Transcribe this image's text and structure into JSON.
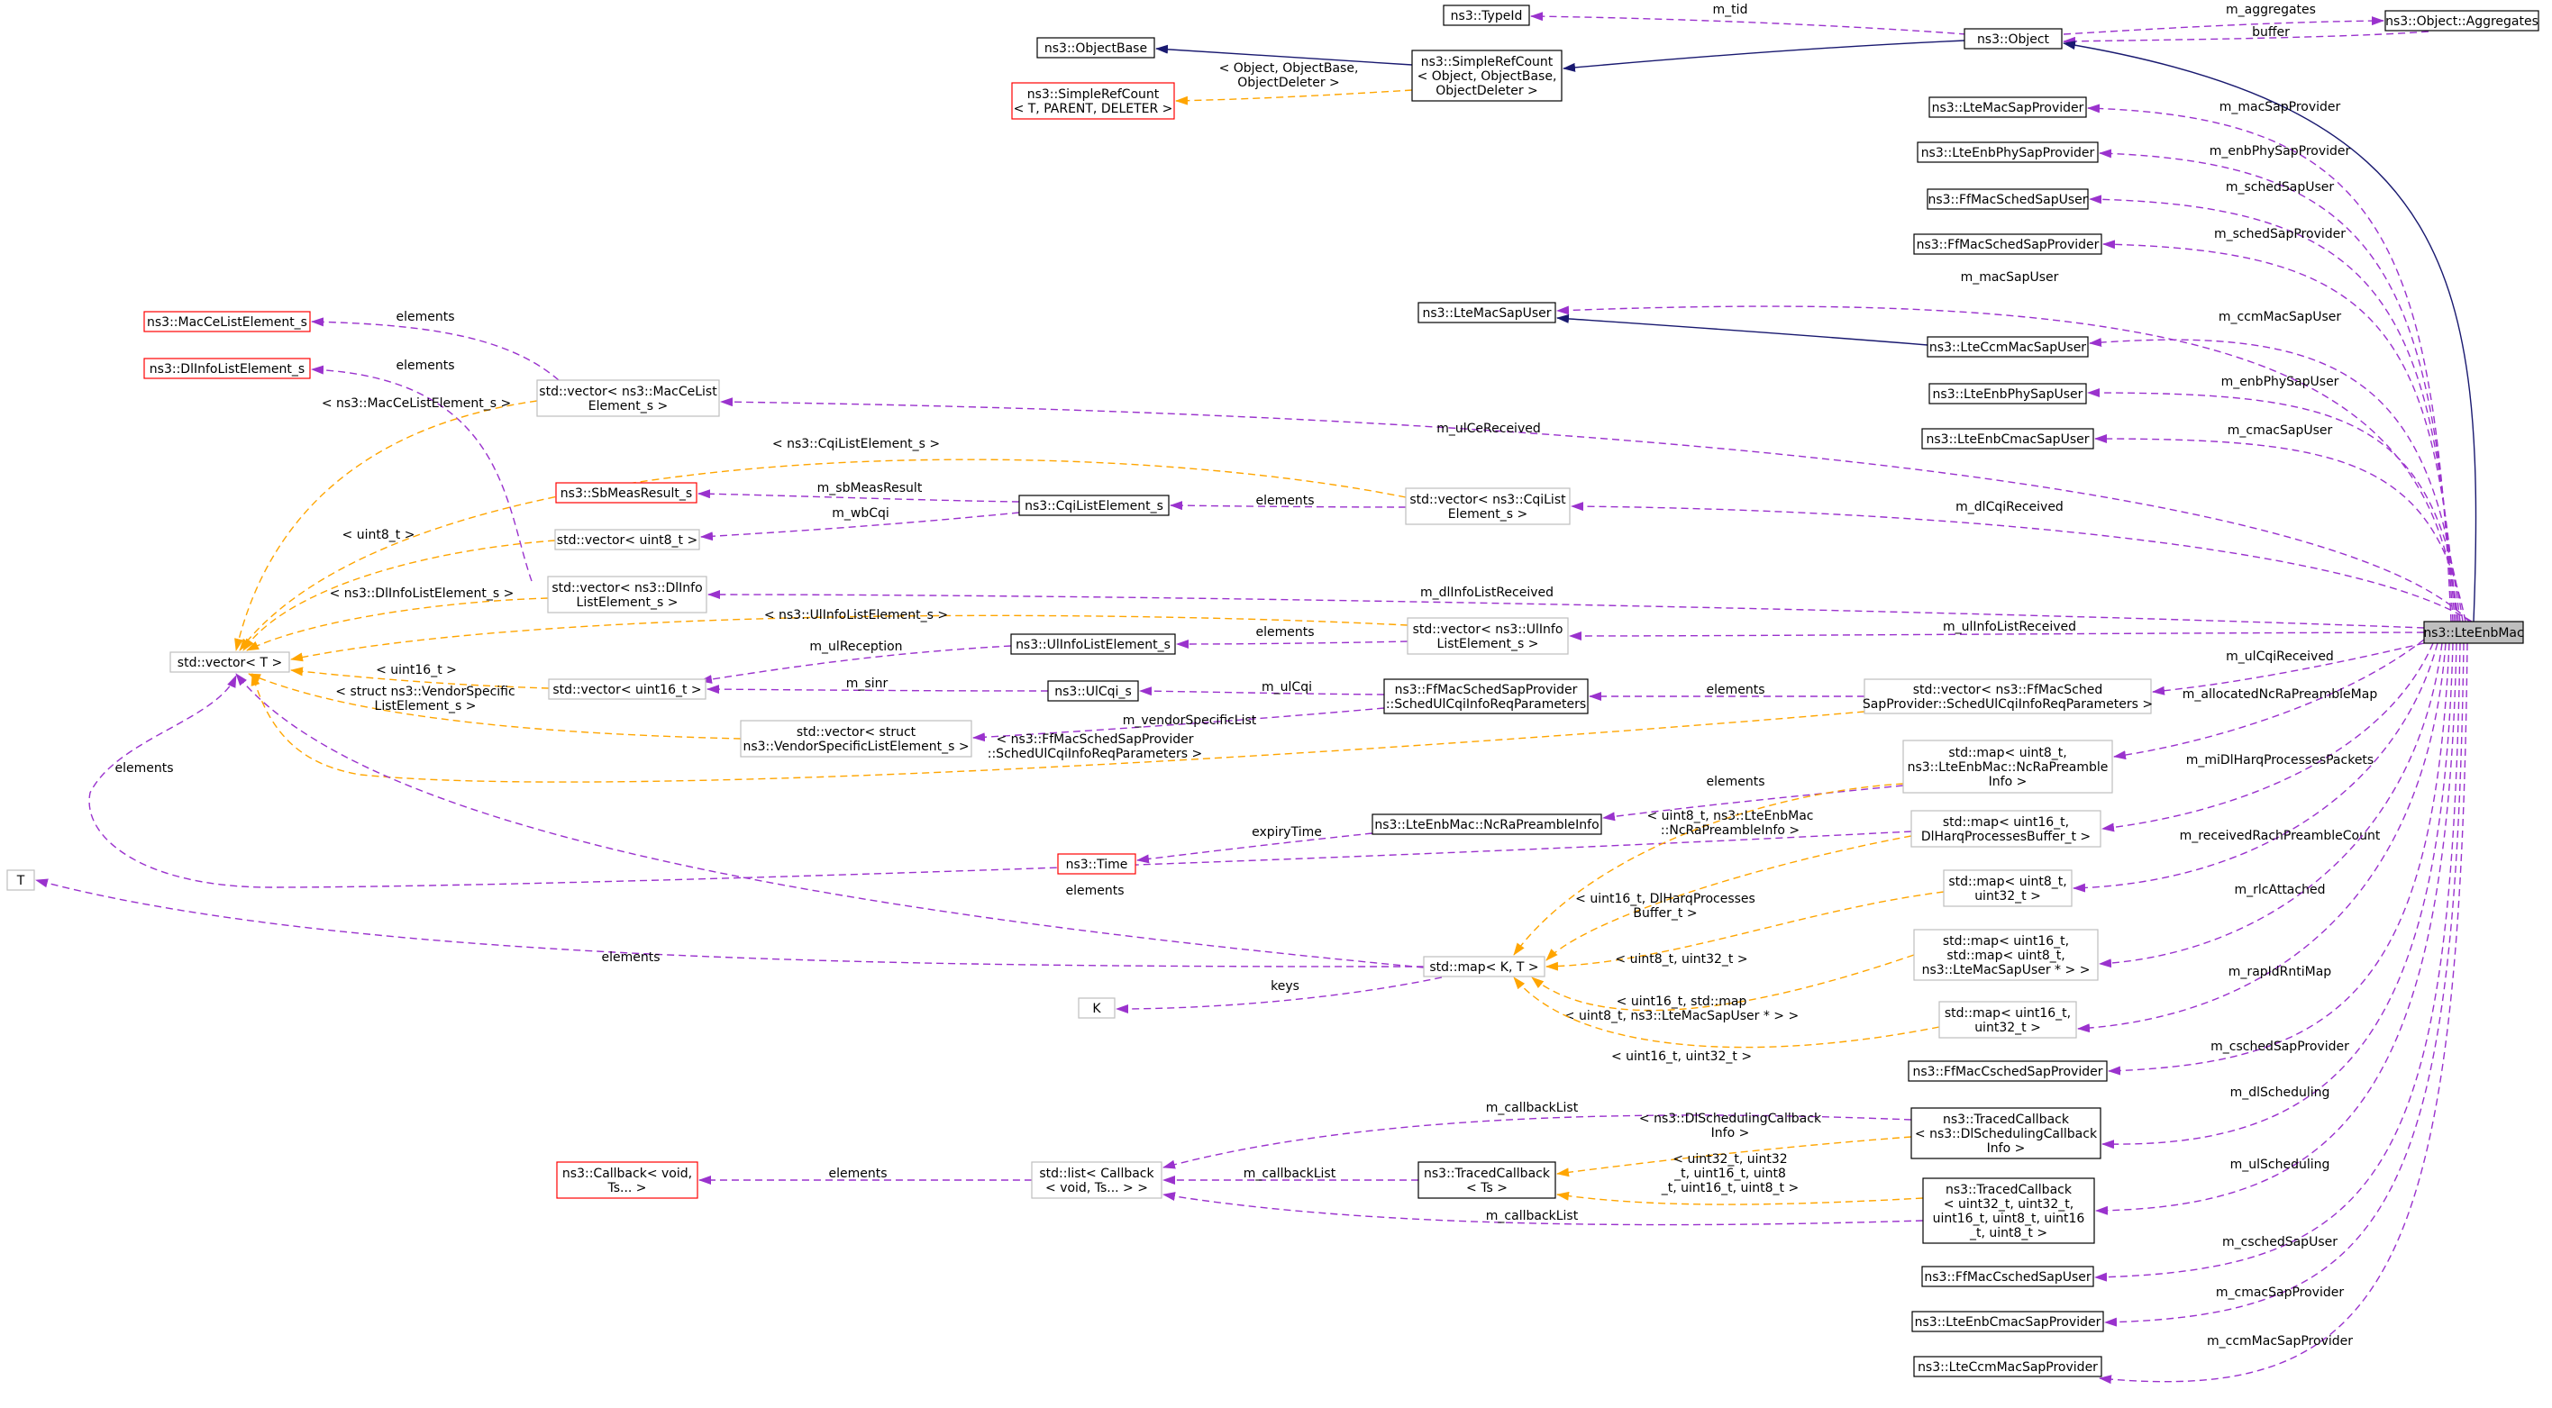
{
  "colors": {
    "member": "#9a32cd",
    "template": "#ffa500",
    "inherit": "#191970",
    "node_border": "#000000",
    "node_border_undoc": "#bfbfbf",
    "node_border_missing": "#ff0000",
    "node_fill": "#ffffff",
    "focus_fill": "#bfbfbf"
  },
  "nodes": [
    {
      "id": "LteEnbMac",
      "lines": [
        "ns3::LteEnbMac"
      ],
      "style": "focus"
    },
    {
      "id": "Object",
      "lines": [
        "ns3::Object"
      ],
      "style": "normal"
    },
    {
      "id": "Aggregates",
      "lines": [
        "ns3::Object::Aggregates"
      ],
      "style": "normal"
    },
    {
      "id": "TypeId",
      "lines": [
        "ns3::TypeId"
      ],
      "style": "normal"
    },
    {
      "id": "ObjectBase",
      "lines": [
        "ns3::ObjectBase"
      ],
      "style": "normal"
    },
    {
      "id": "SimpleRefCountObj",
      "lines": [
        "ns3::SimpleRefCount",
        "< Object, ObjectBase,",
        "ObjectDeleter >"
      ],
      "style": "normal"
    },
    {
      "id": "SimpleRefCountT",
      "lines": [
        "ns3::SimpleRefCount",
        "< T, PARENT, DELETER >"
      ],
      "style": "missing"
    },
    {
      "id": "LteMacSapProvider",
      "lines": [
        "ns3::LteMacSapProvider"
      ],
      "style": "normal"
    },
    {
      "id": "LteEnbPhySapProvider",
      "lines": [
        "ns3::LteEnbPhySapProvider"
      ],
      "style": "normal"
    },
    {
      "id": "FfMacSchedSapUser",
      "lines": [
        "ns3::FfMacSchedSapUser"
      ],
      "style": "normal"
    },
    {
      "id": "FfMacSchedSapProvider",
      "lines": [
        "ns3::FfMacSchedSapProvider"
      ],
      "style": "normal"
    },
    {
      "id": "LteMacSapUser",
      "lines": [
        "ns3::LteMacSapUser"
      ],
      "style": "normal"
    },
    {
      "id": "LteCcmMacSapUser",
      "lines": [
        "ns3::LteCcmMacSapUser"
      ],
      "style": "normal"
    },
    {
      "id": "LteEnbPhySapUser",
      "lines": [
        "ns3::LteEnbPhySapUser"
      ],
      "style": "normal"
    },
    {
      "id": "LteEnbCmacSapUser",
      "lines": [
        "ns3::LteEnbCmacSapUser"
      ],
      "style": "normal"
    },
    {
      "id": "MacCeListElement",
      "lines": [
        "ns3::MacCeListElement_s"
      ],
      "style": "missing"
    },
    {
      "id": "DlInfoListElement",
      "lines": [
        "ns3::DlInfoListElement_s"
      ],
      "style": "missing"
    },
    {
      "id": "VecMacCe",
      "lines": [
        "std::vector< ns3::MacCeList",
        "Element_s >"
      ],
      "style": "undoc"
    },
    {
      "id": "SbMeasResult",
      "lines": [
        "ns3::SbMeasResult_s"
      ],
      "style": "missing"
    },
    {
      "id": "CqiListElement",
      "lines": [
        "ns3::CqiListElement_s"
      ],
      "style": "normal"
    },
    {
      "id": "VecCqi",
      "lines": [
        "std::vector< ns3::CqiList",
        "Element_s >"
      ],
      "style": "undoc"
    },
    {
      "id": "VecUint8",
      "lines": [
        "std::vector< uint8_t >"
      ],
      "style": "undoc"
    },
    {
      "id": "VecDlInfo",
      "lines": [
        "std::vector< ns3::DlInfo",
        "ListElement_s >"
      ],
      "style": "undoc"
    },
    {
      "id": "VecT",
      "lines": [
        "std::vector< T >"
      ],
      "style": "undoc"
    },
    {
      "id": "VecUlInfo",
      "lines": [
        "std::vector< ns3::UlInfo",
        "ListElement_s >"
      ],
      "style": "undoc"
    },
    {
      "id": "UlInfoListElement",
      "lines": [
        "ns3::UlInfoListElement_s"
      ],
      "style": "normal"
    },
    {
      "id": "VecUint16",
      "lines": [
        "std::vector< uint16_t >"
      ],
      "style": "undoc"
    },
    {
      "id": "UlCqi",
      "lines": [
        "ns3::UlCqi_s"
      ],
      "style": "normal"
    },
    {
      "id": "SchedUlCqiInfo",
      "lines": [
        "ns3::FfMacSchedSapProvider",
        "::SchedUlCqiInfoReqParameters"
      ],
      "style": "normal"
    },
    {
      "id": "VecSchedUlCqi",
      "lines": [
        "std::vector< ns3::FfMacSched",
        "SapProvider::SchedUlCqiInfoReqParameters >"
      ],
      "style": "undoc"
    },
    {
      "id": "VecVendor",
      "lines": [
        "std::vector< struct",
        "ns3::VendorSpecificListElement_s >"
      ],
      "style": "undoc"
    },
    {
      "id": "MapNcRa",
      "lines": [
        "std::map< uint8_t,",
        "ns3::LteEnbMac::NcRaPreamble",
        "Info >"
      ],
      "style": "undoc"
    },
    {
      "id": "NcRaPreambleInfo",
      "lines": [
        "ns3::LteEnbMac::NcRaPreambleInfo"
      ],
      "style": "normal"
    },
    {
      "id": "MapDlHarq",
      "lines": [
        "std::map< uint16_t,",
        "DlHarqProcessesBuffer_t >"
      ],
      "style": "undoc"
    },
    {
      "id": "Time",
      "lines": [
        "ns3::Time"
      ],
      "style": "missing"
    },
    {
      "id": "Tnode",
      "lines": [
        "T"
      ],
      "style": "undoc"
    },
    {
      "id": "MapU8U32",
      "lines": [
        "std::map< uint8_t,",
        "uint32_t >"
      ],
      "style": "undoc"
    },
    {
      "id": "MapKT",
      "lines": [
        "std::map< K, T >"
      ],
      "style": "undoc"
    },
    {
      "id": "MapU16Map",
      "lines": [
        "std::map< uint16_t,",
        "std::map< uint8_t,",
        "ns3::LteMacSapUser * > >"
      ],
      "style": "undoc"
    },
    {
      "id": "Knode",
      "lines": [
        "K"
      ],
      "style": "undoc"
    },
    {
      "id": "MapU16U32",
      "lines": [
        "std::map< uint16_t,",
        "uint32_t >"
      ],
      "style": "undoc"
    },
    {
      "id": "FfMacCschedSapProvider",
      "lines": [
        "ns3::FfMacCschedSapProvider"
      ],
      "style": "normal"
    },
    {
      "id": "TracedCbDl",
      "lines": [
        "ns3::TracedCallback",
        "< ns3::DlSchedulingCallback",
        "Info >"
      ],
      "style": "normal"
    },
    {
      "id": "Callback",
      "lines": [
        "ns3::Callback< void,",
        "Ts... >"
      ],
      "style": "missing"
    },
    {
      "id": "ListCallback",
      "lines": [
        "std::list< Callback",
        "< void, Ts... > >"
      ],
      "style": "undoc"
    },
    {
      "id": "TracedCbTs",
      "lines": [
        "ns3::TracedCallback",
        "< Ts >"
      ],
      "style": "normal"
    },
    {
      "id": "TracedCbUl",
      "lines": [
        "ns3::TracedCallback",
        "< uint32_t, uint32_t,",
        "uint16_t, uint8_t, uint16",
        "_t, uint8_t >"
      ],
      "style": "normal"
    },
    {
      "id": "FfMacCschedSapUser",
      "lines": [
        "ns3::FfMacCschedSapUser"
      ],
      "style": "normal"
    },
    {
      "id": "LteEnbCmacSapProvider",
      "lines": [
        "ns3::LteEnbCmacSapProvider"
      ],
      "style": "normal"
    },
    {
      "id": "LteCcmMacSapProvider",
      "lines": [
        "ns3::LteCcmMacSapProvider"
      ],
      "style": "normal"
    }
  ],
  "edges": [
    {
      "label": [
        "m_tid"
      ]
    },
    {
      "label": [
        "m_aggregates"
      ]
    },
    {
      "label": [
        "buffer"
      ]
    },
    {
      "label": []
    },
    {
      "label": []
    },
    {
      "label": [
        "< Object, ObjectBase,",
        "ObjectDeleter >"
      ]
    },
    {
      "label": []
    },
    {
      "label": [
        "m_macSapProvider"
      ]
    },
    {
      "label": [
        "m_enbPhySapProvider"
      ]
    },
    {
      "label": [
        "m_schedSapUser"
      ]
    },
    {
      "label": [
        "m_schedSapProvider"
      ]
    },
    {
      "label": [
        "m_macSapUser"
      ]
    },
    {
      "label": []
    },
    {
      "label": [
        "m_ccmMacSapUser"
      ]
    },
    {
      "label": [
        "m_enbPhySapUser"
      ]
    },
    {
      "label": [
        "m_cmacSapUser"
      ]
    },
    {
      "label": [
        "elements"
      ]
    },
    {
      "label": [
        "elements"
      ]
    },
    {
      "label": [
        "< ns3::MacCeListElement_s >"
      ]
    },
    {
      "label": [
        "m_ulCeReceived"
      ]
    },
    {
      "label": [
        "m_sbMeasResult"
      ]
    },
    {
      "label": [
        "m_wbCqi"
      ]
    },
    {
      "label": [
        "elements"
      ]
    },
    {
      "label": [
        "m_dlCqiReceived"
      ]
    },
    {
      "label": [
        "< ns3::CqiListElement_s >"
      ]
    },
    {
      "label": [
        "< uint8_t >"
      ]
    },
    {
      "label": [
        "< ns3::DlInfoListElement_s >"
      ]
    },
    {
      "label": [
        "m_dlInfoListReceived"
      ]
    },
    {
      "label": [
        "< ns3::UlInfoListElement_s >"
      ]
    },
    {
      "label": [
        "elements"
      ]
    },
    {
      "label": [
        "m_ulInfoListReceived"
      ]
    },
    {
      "label": [
        "m_ulReception"
      ]
    },
    {
      "label": [
        "< uint16_t >"
      ]
    },
    {
      "label": [
        "m_sinr"
      ]
    },
    {
      "label": [
        "m_ulCqi"
      ]
    },
    {
      "label": [
        "elements"
      ]
    },
    {
      "label": [
        "m_ulCqiReceived"
      ]
    },
    {
      "label": [
        "m_vendorSpecificList"
      ]
    },
    {
      "label": [
        "< struct ns3::VendorSpecific",
        "ListElement_s >"
      ]
    },
    {
      "label": [
        "< ns3::FfMacSchedSapProvider",
        "::SchedUlCqiInfoReqParameters >"
      ]
    },
    {
      "label": [
        "elements"
      ]
    },
    {
      "label": [
        "m_allocatedNcRaPreambleMap"
      ]
    },
    {
      "label": [
        "elements"
      ]
    },
    {
      "label": [
        "expiryTime"
      ]
    },
    {
      "label": [
        "< uint8_t, ns3::LteEnbMac",
        "::NcRaPreambleInfo >"
      ]
    },
    {
      "label": [
        "m_miDlHarqProcessesPackets"
      ]
    },
    {
      "label": [
        "elements"
      ]
    },
    {
      "label": [
        "< uint16_t, DlHarqProcesses",
        "Buffer_t >"
      ]
    },
    {
      "label": [
        "m_receivedRachPreambleCount"
      ]
    },
    {
      "label": [
        "< uint8_t, uint32_t >"
      ]
    },
    {
      "label": [
        "m_rlcAttached"
      ]
    },
    {
      "label": [
        "< uint16_t, std::map",
        "< uint8_t, ns3::LteMacSapUser * > >"
      ]
    },
    {
      "label": [
        "keys"
      ]
    },
    {
      "label": [
        "elements"
      ]
    },
    {
      "label": [
        "m_rapIdRntiMap"
      ]
    },
    {
      "label": [
        "< uint16_t, uint32_t >"
      ]
    },
    {
      "label": [
        "m_cschedSapProvider"
      ]
    },
    {
      "label": [
        "m_dlScheduling"
      ]
    },
    {
      "label": [
        "m_callbackList"
      ]
    },
    {
      "label": [
        "< ns3::DlSchedulingCallback",
        "Info >"
      ]
    },
    {
      "label": [
        "elements"
      ]
    },
    {
      "label": [
        "m_callbackList"
      ]
    },
    {
      "label": [
        "m_ulScheduling"
      ]
    },
    {
      "label": [
        "m_callbackList"
      ]
    },
    {
      "label": [
        "< uint32_t, uint32",
        "_t, uint16_t, uint8",
        "_t, uint16_t, uint8_t >"
      ]
    },
    {
      "label": [
        "m_cschedSapUser"
      ]
    },
    {
      "label": [
        "m_cmacSapProvider"
      ]
    },
    {
      "label": [
        "m_ccmMacSapProvider"
      ]
    }
  ]
}
